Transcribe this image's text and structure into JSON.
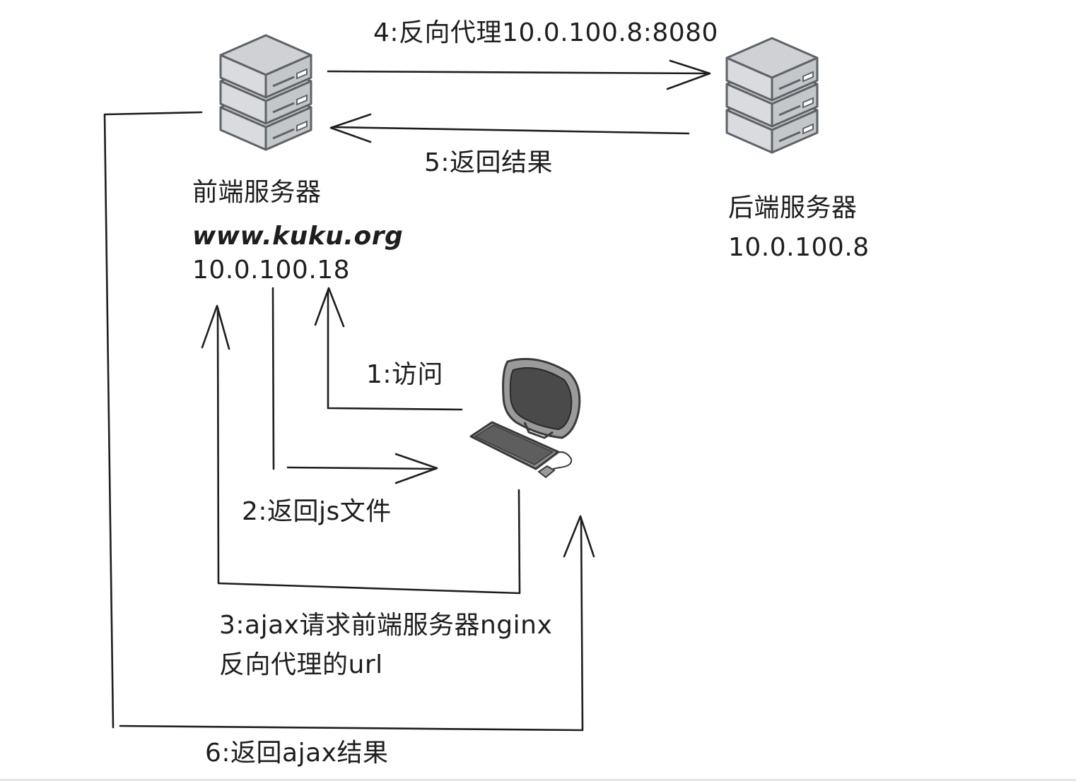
{
  "nodes": {
    "front_server": {
      "title": "前端服务器",
      "domain": "www.kuku.org",
      "ip": "10.0.100.18",
      "icon": "server-stack-icon"
    },
    "back_server": {
      "title": "后端服务器",
      "ip": "10.0.100.8",
      "icon": "server-stack-icon"
    },
    "client": {
      "icon": "computer-icon"
    }
  },
  "edges": {
    "step1": "1:访问",
    "step2": "2:返回js文件",
    "step3": "3:ajax请求前端服务器nginx\n反向代理的url",
    "step4": "4:反向代理10.0.100.8:8080",
    "step5": "5:返回结果",
    "step6": "6:返回ajax结果"
  },
  "colors": {
    "stroke": "#1e1e1e",
    "server_face": "#cfd1d4",
    "server_dark": "#5f6368",
    "monitor": "#4a4a4a"
  }
}
